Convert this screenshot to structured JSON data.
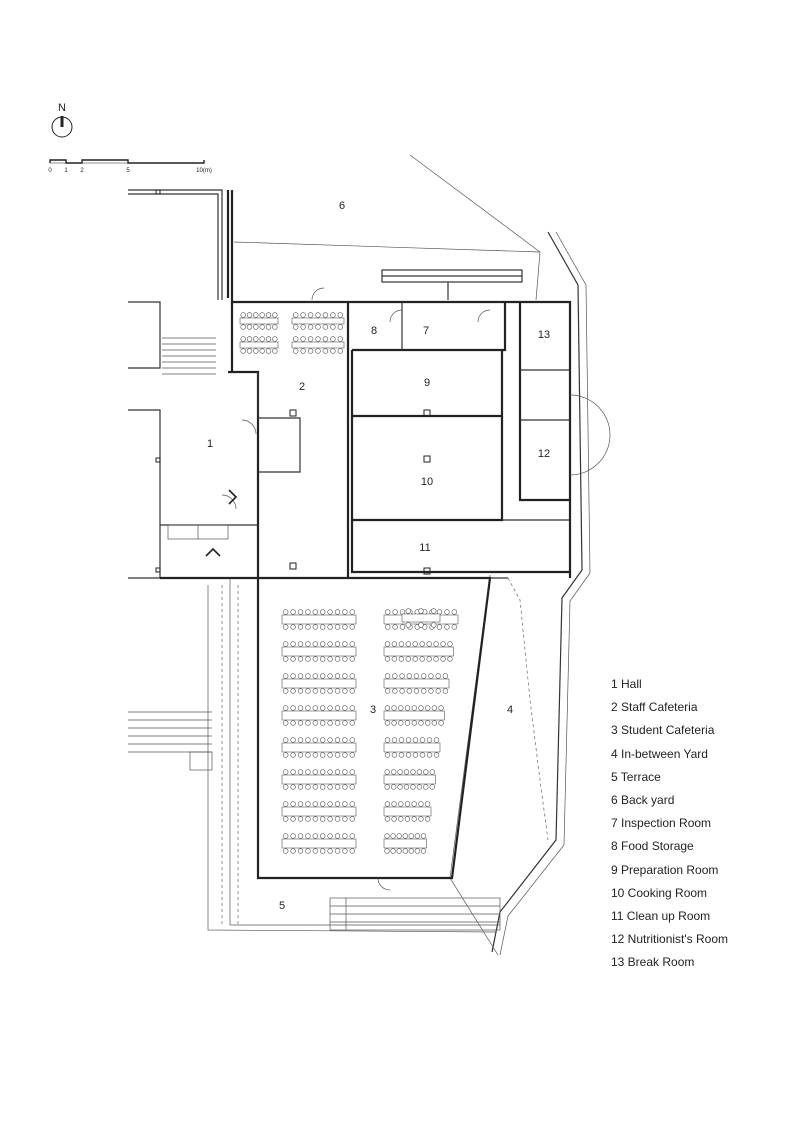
{
  "north_label": "N",
  "scale_bar": {
    "ticks": [
      "0",
      "1",
      "2",
      "5",
      "10(m)"
    ]
  },
  "room_numbers": [
    "1",
    "2",
    "3",
    "4",
    "5",
    "6",
    "7",
    "8",
    "9",
    "10",
    "11",
    "12",
    "13"
  ],
  "legend": [
    "1  Hall",
    "2  Staff Cafeteria",
    "3  Student Cafeteria",
    "4  In-between Yard",
    "5  Terrace",
    "6  Back yard",
    "7  Inspection Room",
    "8  Food Storage",
    "9  Preparation Room",
    "10  Cooking Room",
    "11  Clean up Room",
    "12  Nutritionist's Room",
    "13  Break Room"
  ]
}
